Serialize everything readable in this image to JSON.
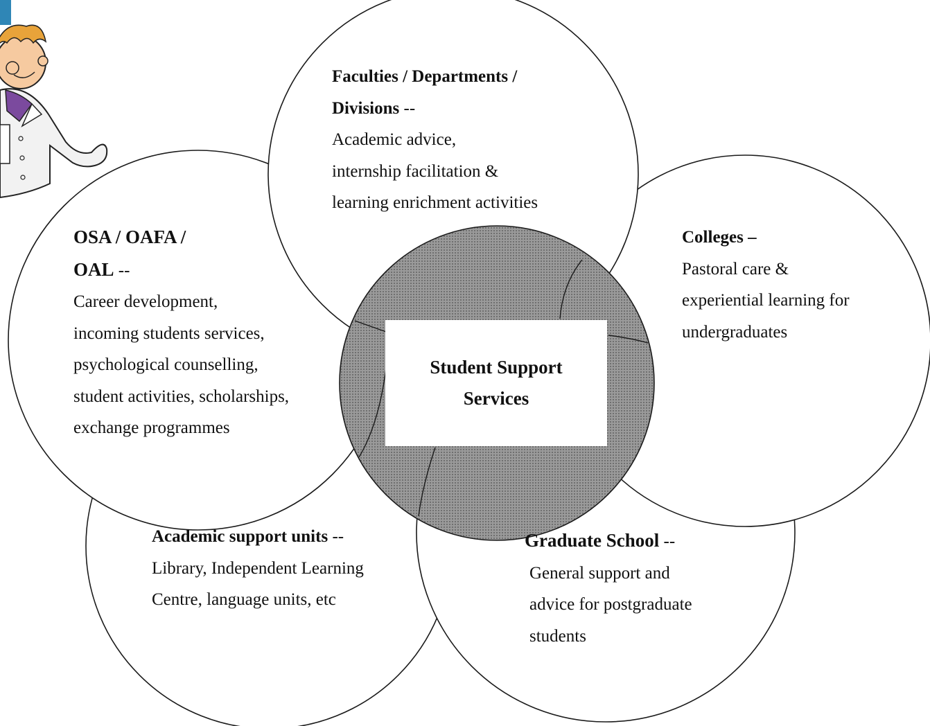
{
  "colors": {
    "hub_fill": "#8c8c8c",
    "outline": "#1a1a1a",
    "center_box": "#ffffff",
    "coat": "#f2f2f2",
    "shirt": "#7b4a9e",
    "hair": "#e8a33a",
    "skin": "#f6caa0",
    "corner_block": "#2f86b6"
  },
  "decoration": {
    "character_icon": "cartoon-scientist-icon"
  },
  "center": {
    "line1": "Student Support",
    "line2": "Services"
  },
  "groups": {
    "faculties": {
      "title_line1": "Faculties / Departments /",
      "title_line2": "Divisions",
      "title_suffix": " --",
      "desc": [
        "Academic advice,",
        "internship facilitation &",
        "learning enrichment activities"
      ]
    },
    "osa": {
      "title_line1": "OSA / OAFA /",
      "title_line2": "OAL",
      "title_suffix": " --",
      "desc": [
        "Career development,",
        "incoming students services,",
        "psychological counselling,",
        "student activities, scholarships,",
        "exchange programmes"
      ]
    },
    "colleges": {
      "title_line1": "Colleges –",
      "desc": [
        "Pastoral care &",
        "experiential learning for",
        "undergraduates"
      ]
    },
    "academic_support": {
      "title": "Academic support units",
      "title_suffix": " --",
      "desc": [
        "Library, Independent Learning",
        "Centre, language units, etc"
      ]
    },
    "graduate_school": {
      "title": "Graduate School",
      "title_suffix": " --",
      "desc": [
        "General support and",
        "advice for postgraduate",
        "students"
      ]
    }
  }
}
